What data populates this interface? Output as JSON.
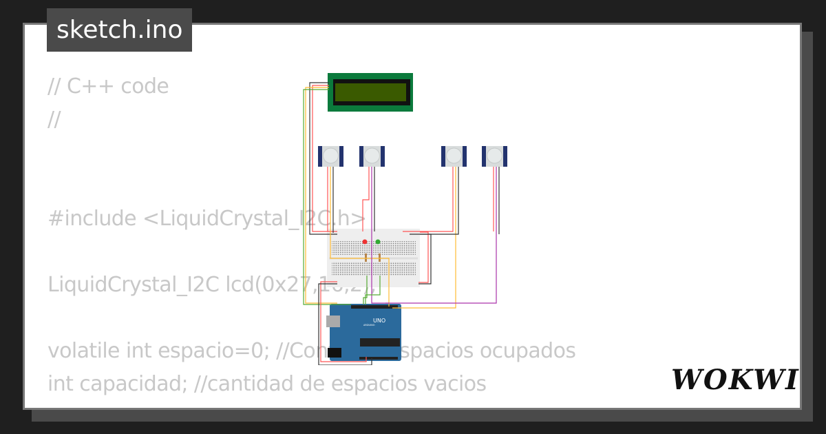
{
  "title": "sketch.ino",
  "code_lines": [
    "// C++ code",
    "//",
    "",
    "",
    "#include <LiquidCrystal_I2C.h>",
    "",
    "LiquidCrystal_I2C lcd(0x27,16,2);",
    "",
    "volatile int espacio=0; //Contador espacios ocupados",
    "int capacidad; //cantidad de espacios vacios"
  ],
  "brand": "WOKWI",
  "circuit": {
    "board_label": "UNO",
    "board_brand": "ARDUINO"
  },
  "colors": {
    "background": "#1f1f1f",
    "code_text": "#c8c8c8",
    "board": "#2b6a9c",
    "lcd_pcb": "#0b7a3c",
    "lcd_screen": "#3a5a00"
  }
}
